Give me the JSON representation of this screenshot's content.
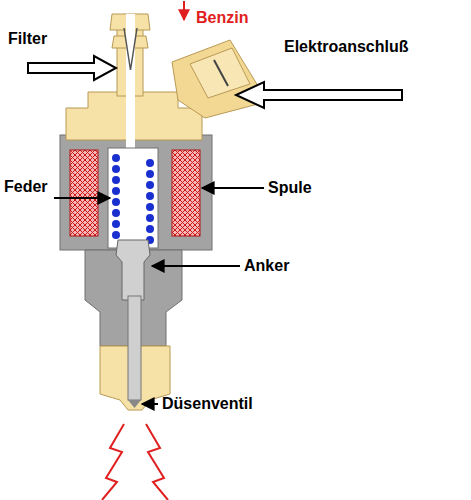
{
  "diagram": {
    "labels": [
      "Benzin",
      "Filter",
      "Elektroanschluß",
      "Feder",
      "Spule",
      "Anker",
      "Düsenventil"
    ]
  }
}
